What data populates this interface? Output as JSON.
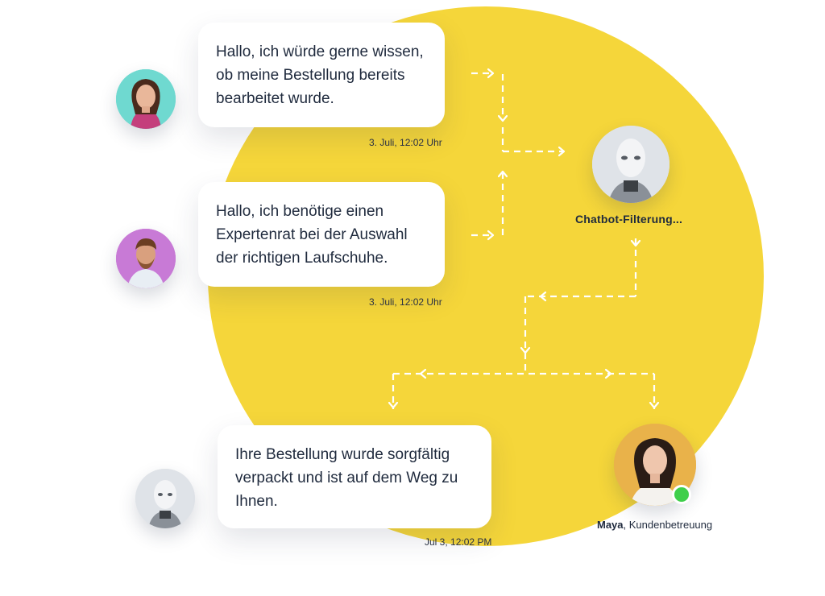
{
  "messages": [
    {
      "text": "Hallo, ich würde gerne wissen, ob meine Bestellung bereits bearbeitet wurde.",
      "time": "3. Juli, 12:02 Uhr"
    },
    {
      "text": "Hallo, ich benötige einen Expertenrat bei der Auswahl der richtigen Laufschuhe.",
      "time": "3. Juli, 12:02 Uhr"
    },
    {
      "text": "Ihre Bestellung wurde sorgfältig verpackt und ist auf dem Weg zu Ihnen.",
      "time": "Jul 3, 12:02 PM"
    }
  ],
  "bot": {
    "label": "Chatbot-Filterung..."
  },
  "agent": {
    "name": "Maya",
    "role": ", Kundenbetreuung",
    "status": "online"
  },
  "colors": {
    "circle": "#f5d63a",
    "online": "#3fcf4b",
    "text": "#1f2a3d"
  },
  "icons": [
    "user-avatar-woman",
    "user-avatar-man",
    "robot-avatar",
    "agent-avatar",
    "online-status-dot",
    "arrow-icon"
  ]
}
